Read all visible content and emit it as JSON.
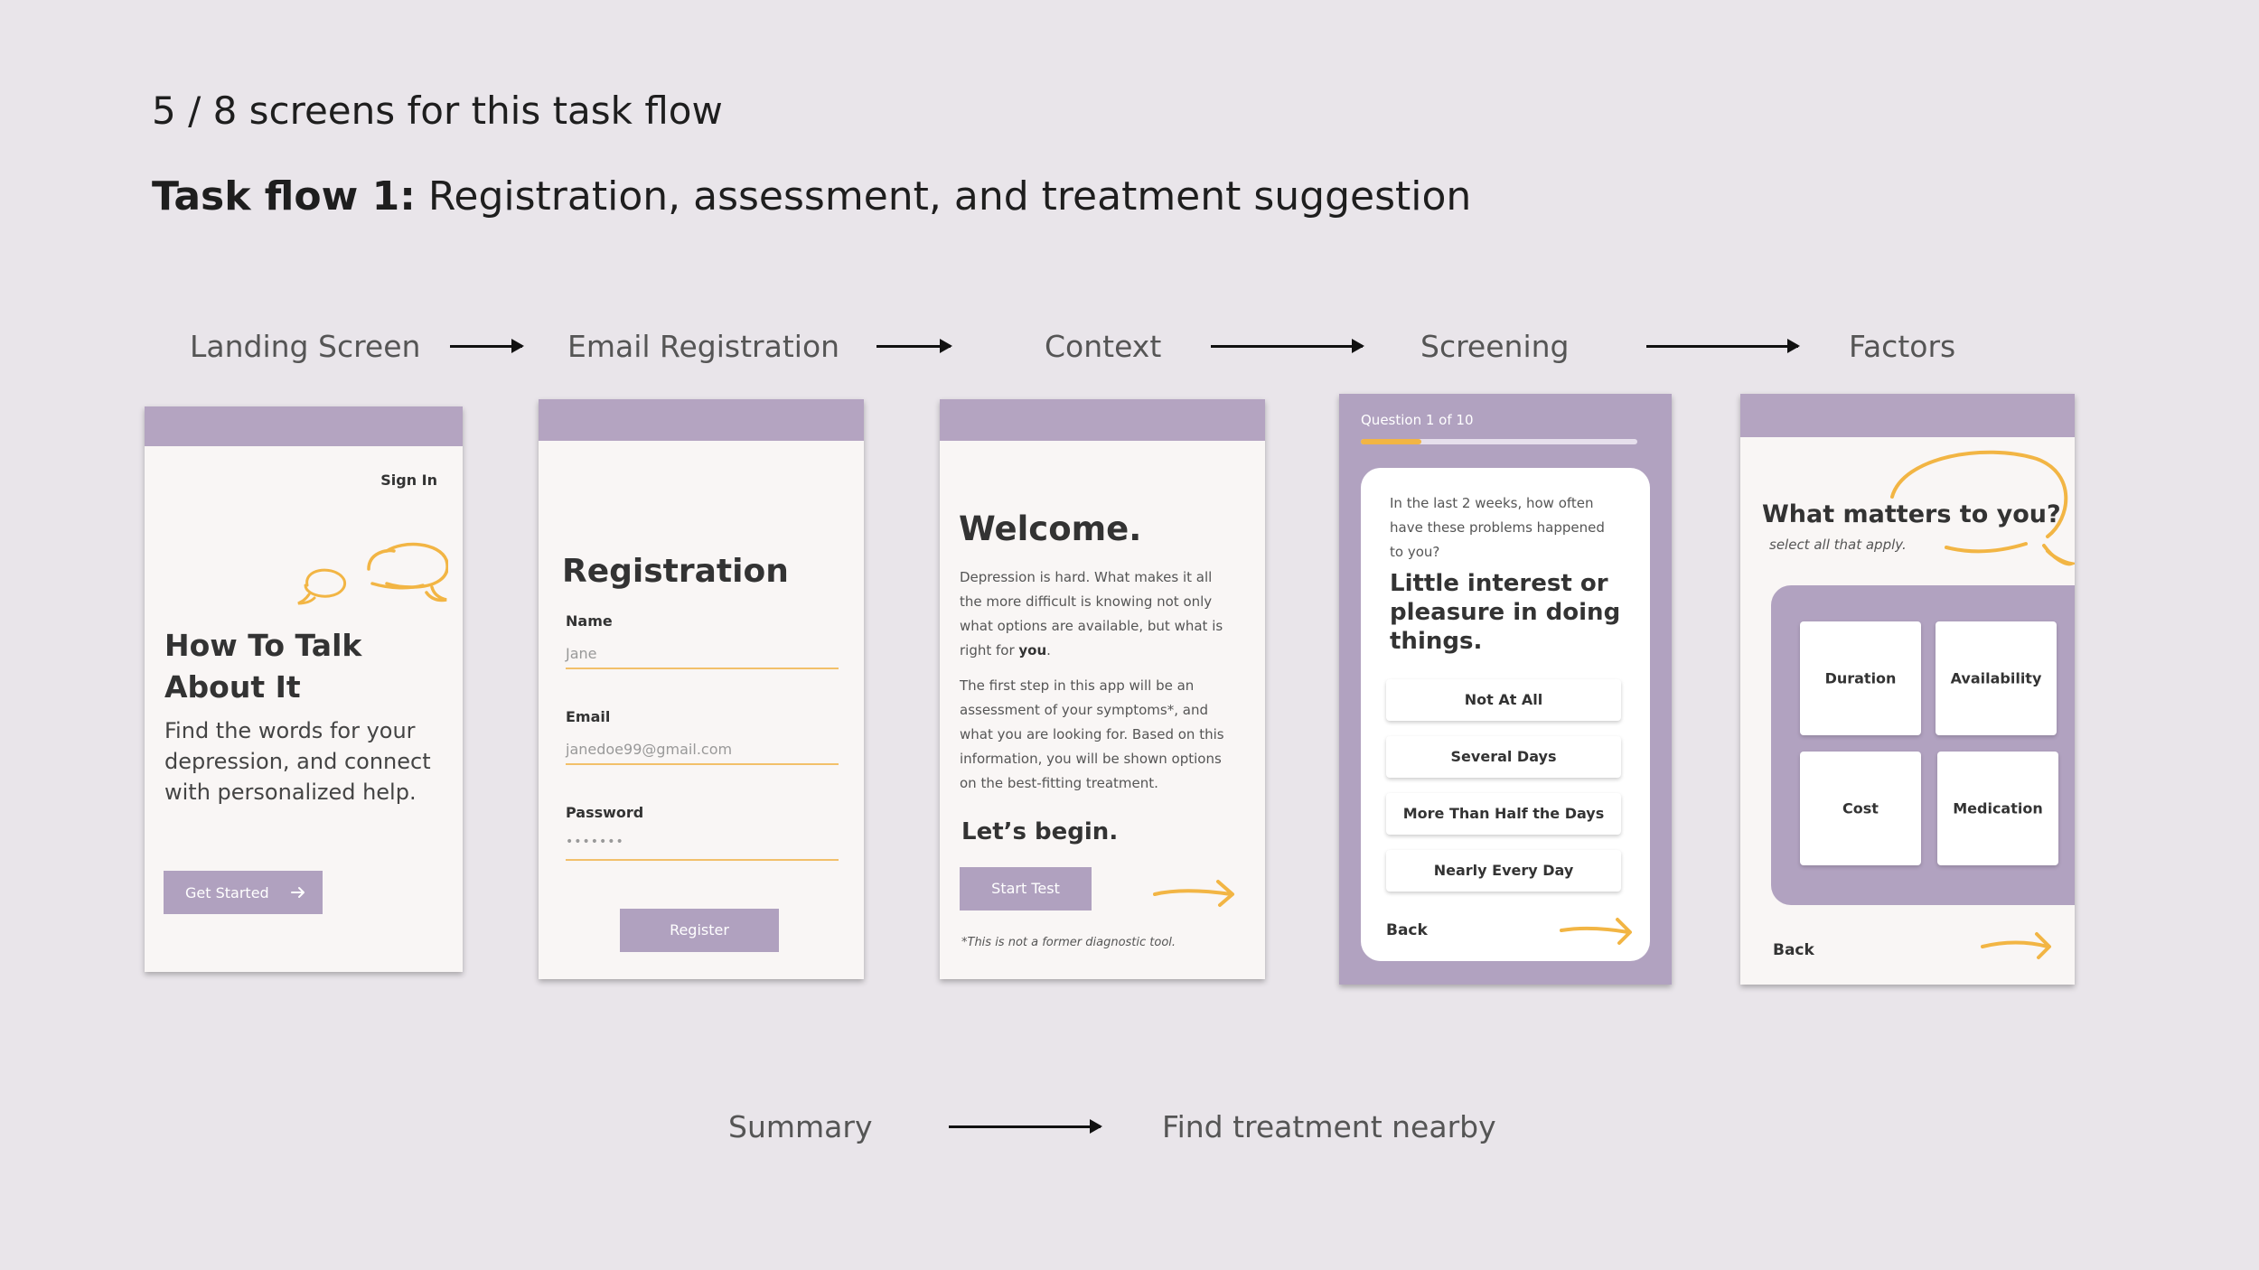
{
  "header": {
    "subtitle": "5 / 8 screens for this task flow",
    "title_bold": "Task flow 1:",
    "title_rest": " Registration, assessment, and treatment suggestion"
  },
  "flow": {
    "steps": [
      "Landing Screen",
      "Email Registration",
      "Context",
      "Screening",
      "Factors"
    ],
    "remaining": [
      "Summary",
      "Find treatment nearby"
    ]
  },
  "colors": {
    "purple": "#b4a4c1",
    "orange": "#f2b544",
    "background": "#e9e5ea",
    "screen": "#f9f6f5"
  },
  "landing": {
    "sign_in": "Sign In",
    "heading_line1": "How To Talk",
    "heading_line2": "About It",
    "body_line1": "Find the words for your",
    "body_line2": "depression, and connect",
    "body_line3": "with personalized help.",
    "cta": "Get Started",
    "cta_icon": "arrow-right-icon",
    "illustration": "speech-bubbles-icon"
  },
  "registration": {
    "heading": "Registration",
    "name_label": "Name",
    "name_placeholder": "Jane",
    "email_label": "Email",
    "email_placeholder": "janedoe99@gmail.com",
    "password_label": "Password",
    "password_placeholder": "•••••••",
    "button": "Register"
  },
  "context": {
    "heading": "Welcome.",
    "p1_lines": [
      "Depression is hard. What makes it all",
      "the more difficult is knowing not only",
      "what options are available, but what is"
    ],
    "p1_end": "right for ",
    "p1_bold": "you",
    "p1_period": ".",
    "p2_lines": [
      "The first step in this app will be an",
      "assessment of your symptoms*, and",
      "what you are looking for. Based on this",
      "information, you will be shown options",
      "on the best-fitting treatment."
    ],
    "lets_begin": "Let’s begin.",
    "button": "Start Test",
    "footnote": "*This is not a former diagnostic tool."
  },
  "screening": {
    "progress_label": "Question 1 of 10",
    "progress": 0.22,
    "prompt_lines": [
      "In the last 2 weeks, how often",
      "have these problems happened",
      "to you?"
    ],
    "question_lines": [
      "Little interest or",
      "pleasure in doing",
      "things."
    ],
    "options": [
      "Not At All",
      "Several Days",
      "More Than Half the Days",
      "Nearly Every Day"
    ],
    "back": "Back"
  },
  "factors": {
    "heading": "What matters to you?",
    "subheading": "select all that apply.",
    "cards": [
      "Duration",
      "Availability",
      "Cost",
      "Medication"
    ],
    "back": "Back"
  }
}
